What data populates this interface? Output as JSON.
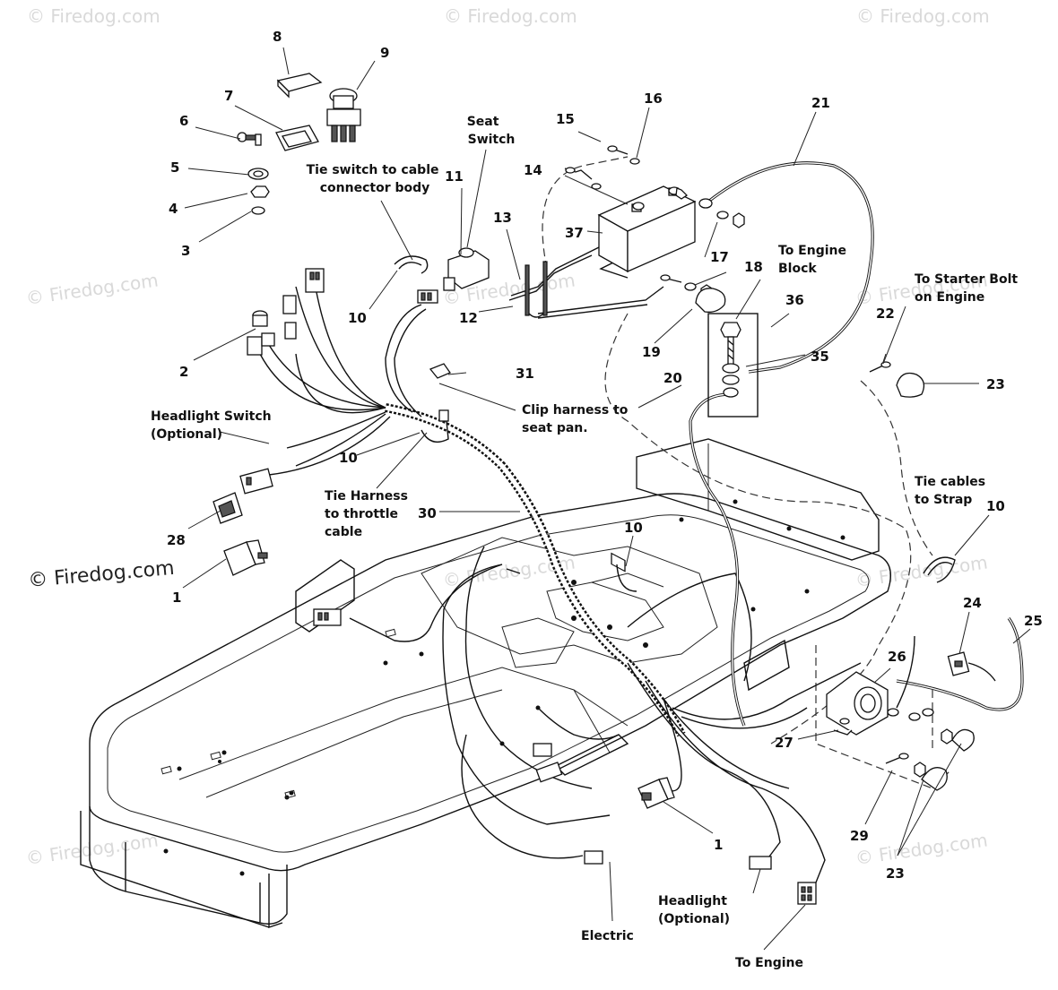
{
  "watermarks": [
    "© Firedog.com",
    "© Firedog.com",
    "© Firedog.com",
    "© Firedog.com",
    "© Firedog.com",
    "© Firedog.com",
    "© Firedog.com",
    "© Firedog.com",
    "© Firedog.com",
    "© Firedog.com"
  ],
  "watermark_main": "© Firedog.com",
  "callouts": {
    "n1a": "1",
    "n1b": "1",
    "n2": "2",
    "n3": "3",
    "n4": "4",
    "n5": "5",
    "n6": "6",
    "n7": "7",
    "n8": "8",
    "n9": "9",
    "n10a": "10",
    "n10b": "10",
    "n10c": "10",
    "n10d": "10",
    "n11": "11",
    "n12": "12",
    "n13": "13",
    "n14": "14",
    "n15": "15",
    "n16": "16",
    "n17": "17",
    "n18": "18",
    "n19": "19",
    "n20": "20",
    "n21": "21",
    "n22": "22",
    "n23a": "23",
    "n23b": "23",
    "n24": "24",
    "n25": "25",
    "n26": "26",
    "n27": "27",
    "n28": "28",
    "n29": "29",
    "n30": "30",
    "n31": "31",
    "n35": "35",
    "n36": "36",
    "n37": "37"
  },
  "notes": {
    "tie_switch": [
      "Tie switch to cable",
      "connector body"
    ],
    "seat_switch": [
      "Seat",
      "Switch"
    ],
    "to_engine_block": [
      "To Engine",
      "Block"
    ],
    "to_starter_bolt": [
      "To Starter Bolt",
      "on Engine"
    ],
    "clip_harness": [
      "Clip harness to",
      "seat pan."
    ],
    "headlight_switch": [
      "Headlight Switch",
      "(Optional)"
    ],
    "tie_harness": [
      "Tie Harness",
      "to throttle",
      "cable"
    ],
    "tie_cables": [
      "Tie cables",
      "to Strap"
    ],
    "headlight": [
      "Headlight",
      "(Optional)"
    ],
    "electric": "Electric",
    "to_engine": "To Engine"
  }
}
